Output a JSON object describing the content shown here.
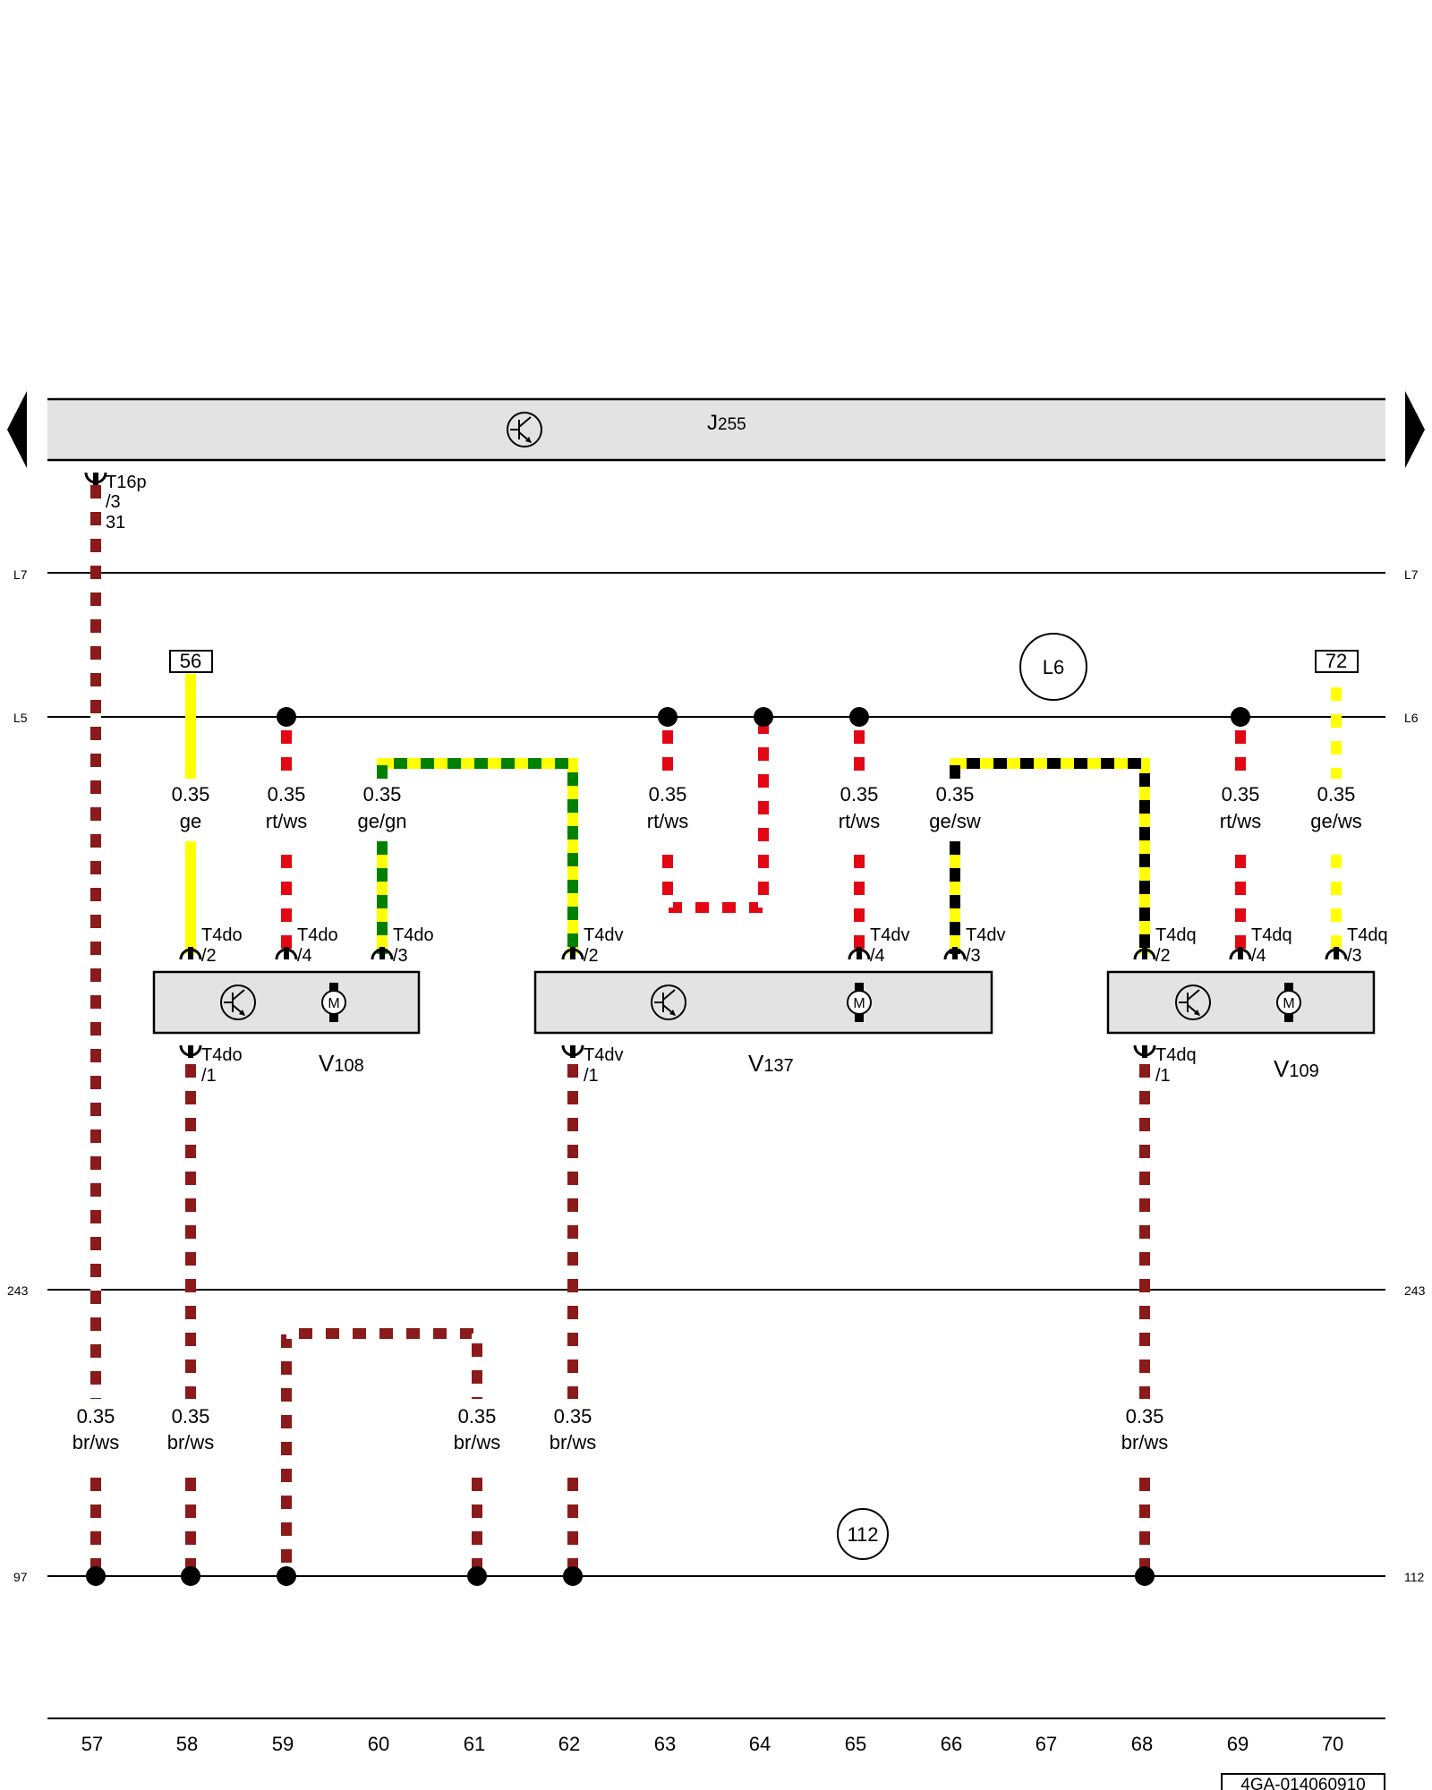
{
  "control_unit": {
    "name": "J",
    "sub": "255"
  },
  "components": [
    {
      "name": "V",
      "sub": "108"
    },
    {
      "name": "V",
      "sub": "137"
    },
    {
      "name": "V",
      "sub": "109"
    }
  ],
  "bus_labels": {
    "L7_left": "L7",
    "L7_right": "L7",
    "L5_left": "L5",
    "L6_right": "L6",
    "r243_left": "243",
    "r243_right": "243",
    "r97_left": "97",
    "r112_right": "112"
  },
  "circles": {
    "L6": "L6",
    "c112": "112"
  },
  "boxes": {
    "b56": "56",
    "b72": "72"
  },
  "wires": {
    "w57": {
      "size": "0.35",
      "color": "br/ws"
    },
    "w58t": {
      "size": "0.35",
      "color": "ge"
    },
    "w59t": {
      "size": "0.35",
      "color": "rt/ws"
    },
    "w60t": {
      "size": "0.35",
      "color": "ge/gn"
    },
    "w63t": {
      "size": "0.35",
      "color": "rt/ws"
    },
    "w65t": {
      "size": "0.35",
      "color": "rt/ws"
    },
    "w66t": {
      "size": "0.35",
      "color": "ge/sw"
    },
    "w69t": {
      "size": "0.35",
      "color": "rt/ws"
    },
    "w70t": {
      "size": "0.35",
      "color": "ge/ws"
    },
    "w58b": {
      "size": "0.35",
      "color": "br/ws"
    },
    "w61b": {
      "size": "0.35",
      "color": "br/ws"
    },
    "w62b": {
      "size": "0.35",
      "color": "br/ws"
    },
    "w68b": {
      "size": "0.35",
      "color": "br/ws"
    }
  },
  "connectors": {
    "c57": {
      "name": "T16p",
      "p1": "/3",
      "p2": "31"
    },
    "c58t": {
      "name": "T4do",
      "pin": "/2"
    },
    "c59t": {
      "name": "T4do",
      "pin": "/4"
    },
    "c60t": {
      "name": "T4do",
      "pin": "/3"
    },
    "c62t": {
      "name": "T4dv",
      "pin": "/2"
    },
    "c65t": {
      "name": "T4dv",
      "pin": "/4"
    },
    "c66t": {
      "name": "T4dv",
      "pin": "/3"
    },
    "c68t": {
      "name": "T4dq",
      "pin": "/2"
    },
    "c69t": {
      "name": "T4dq",
      "pin": "/4"
    },
    "c70t": {
      "name": "T4dq",
      "pin": "/3"
    },
    "c58b": {
      "name": "T4do",
      "pin": "/1"
    },
    "c62b": {
      "name": "T4dv",
      "pin": "/1"
    },
    "c68b": {
      "name": "T4dq",
      "pin": "/1"
    }
  },
  "motor_symbol": "M",
  "column_numbers": [
    "57",
    "58",
    "59",
    "60",
    "61",
    "62",
    "63",
    "64",
    "65",
    "66",
    "67",
    "68",
    "69",
    "70"
  ],
  "doc_id": "4GA-014060910",
  "colors": {
    "br_ws": [
      "#8b1a1a",
      "#ffffff"
    ],
    "rt_ws": [
      "#e30613",
      "#ffffff"
    ],
    "ge_gn": [
      "#ffff00",
      "#008000"
    ],
    "ge_sw": [
      "#ffff00",
      "#000000"
    ],
    "ge_ws": [
      "#ffff00",
      "#ffffff"
    ],
    "ge": [
      "#ffff00"
    ],
    "box_fill": "#e3e3e3"
  }
}
